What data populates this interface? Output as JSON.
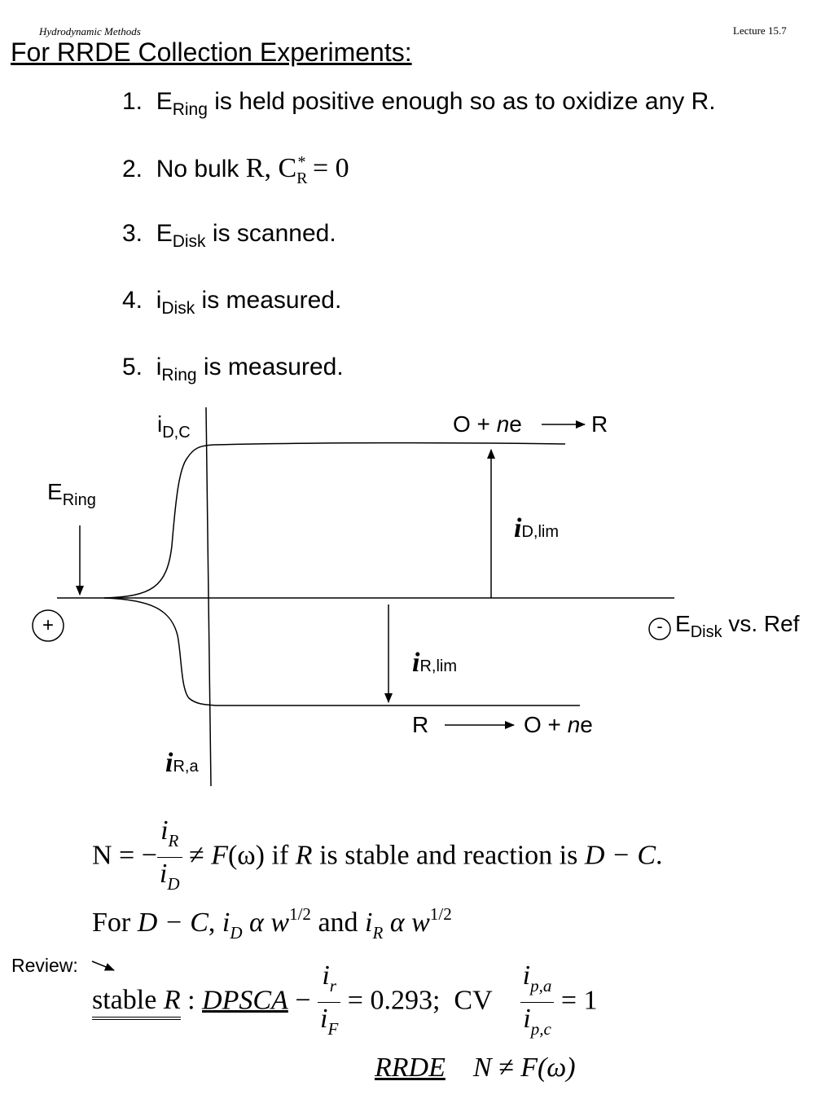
{
  "header": {
    "left": "Hydrodynamic Methods",
    "right": "Lecture 15.7"
  },
  "title": "For RRDE Collection Experiments:",
  "items": [
    {
      "num": "1.",
      "main": "E",
      "sub": "Ring",
      "rest": " is held positive enough so as to oxidize any R."
    },
    {
      "num": "2.",
      "text": "No bulk",
      "math": "R, C",
      "math_sub": "R",
      "math_sup": "*",
      "math_rest": " = 0"
    },
    {
      "num": "3.",
      "main": "E",
      "sub": "Disk",
      "rest": " is scanned."
    },
    {
      "num": "4.",
      "main": "i",
      "sub": "Disk",
      "rest": " is measured."
    },
    {
      "num": "5.",
      "main": "i",
      "sub": "Ring",
      "rest": " is measured."
    }
  ],
  "diagram": {
    "y_axis_top": {
      "main": "i",
      "sub": "D,C"
    },
    "y_axis_bottom": {
      "main": "i",
      "sub": "R,a"
    },
    "ering": {
      "main": "E",
      "sub": "Ring"
    },
    "plus": "+",
    "minus": "-",
    "x_axis": {
      "main": "E",
      "sub": "Disk",
      "rest": " vs. Ref"
    },
    "reaction_top": {
      "left": "O + ",
      "n": "n",
      "e": "e",
      "right": "R"
    },
    "reaction_bottom": {
      "left": "R",
      "right": "O + ",
      "n": "n",
      "e": "e"
    },
    "i_d_lim": {
      "main": "i",
      "sub": "D,lim"
    },
    "i_r_lim": {
      "main": "i",
      "sub": "R,lim"
    }
  },
  "equations": {
    "eq1": {
      "lhs": "N = −",
      "num": "i",
      "num_sub": "R",
      "den": "i",
      "den_sub": "D",
      "rest_a": " ≠ ",
      "F": "F",
      "omega": "(ω)",
      "rest_b": " if ",
      "R": "R",
      "rest_c": " is stable and reaction is ",
      "DC": "D − C",
      "end": "."
    },
    "eq2": {
      "for": "For ",
      "DC": "D − C",
      "comma": ", ",
      "iD": "i",
      "iD_sub": "D",
      "alpha": " α ",
      "w": "w",
      "pow": "1/2",
      "and": " and ",
      "iR": "i",
      "iR_sub": "R",
      "alpha2": " α ",
      "w2": "w",
      "pow2": "1/2"
    },
    "review": "Review:",
    "eq3": {
      "stable": "stable ",
      "R": "R",
      "colon": " : ",
      "dpsca": "DPSCA",
      "dash": " − ",
      "num": "i",
      "num_sub": "r",
      "den": "i",
      "den_sub": "F",
      "value": " = 0.293;",
      "cv": "CV",
      "num2": "i",
      "num2_sub": "p,a",
      "den2": "i",
      "den2_sub": "p,c",
      "value2": " = 1"
    },
    "eq4": {
      "rrde": "RRDE",
      "rest": "N ≠ F(ω)"
    }
  }
}
